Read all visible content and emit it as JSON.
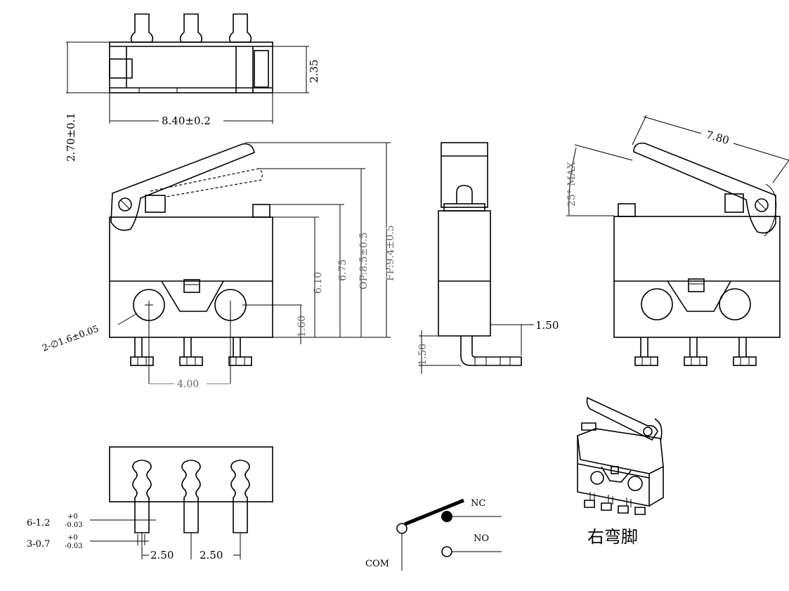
{
  "top_view": {
    "height_total": "2.70±0.1",
    "height_body": "2.35",
    "length": "8.40±0.2"
  },
  "front_view": {
    "hole_dia": "2-∅1.6±0.05",
    "pin_height": "1.60",
    "body_height": "6.10",
    "plunger_height": "6.75",
    "op_height": "OP:8.5±0.5",
    "fp_height": "FP:9.4±0.5",
    "hole_pitch": "4.00"
  },
  "side_view": {
    "pin_bend": "1.50",
    "pin_drop": "1.50"
  },
  "rear_view": {
    "lever_length": "7.80",
    "lever_angle": "25° MAX"
  },
  "bottom_view": {
    "pin_width_wide": "6-1.2",
    "pin_width_wide_tol_upper": "+0",
    "pin_width_wide_tol_lower": "-0.03",
    "pin_width_narrow": "3-0.7",
    "pin_width_narrow_tol_upper": "+0",
    "pin_width_narrow_tol_lower": "-0.03",
    "pitch_1": "2.50",
    "pitch_2": "2.50"
  },
  "schematic": {
    "nc_label": "NC",
    "no_label": "NO",
    "com_label": "COM"
  },
  "iso_view": {
    "caption": "右弯脚"
  }
}
